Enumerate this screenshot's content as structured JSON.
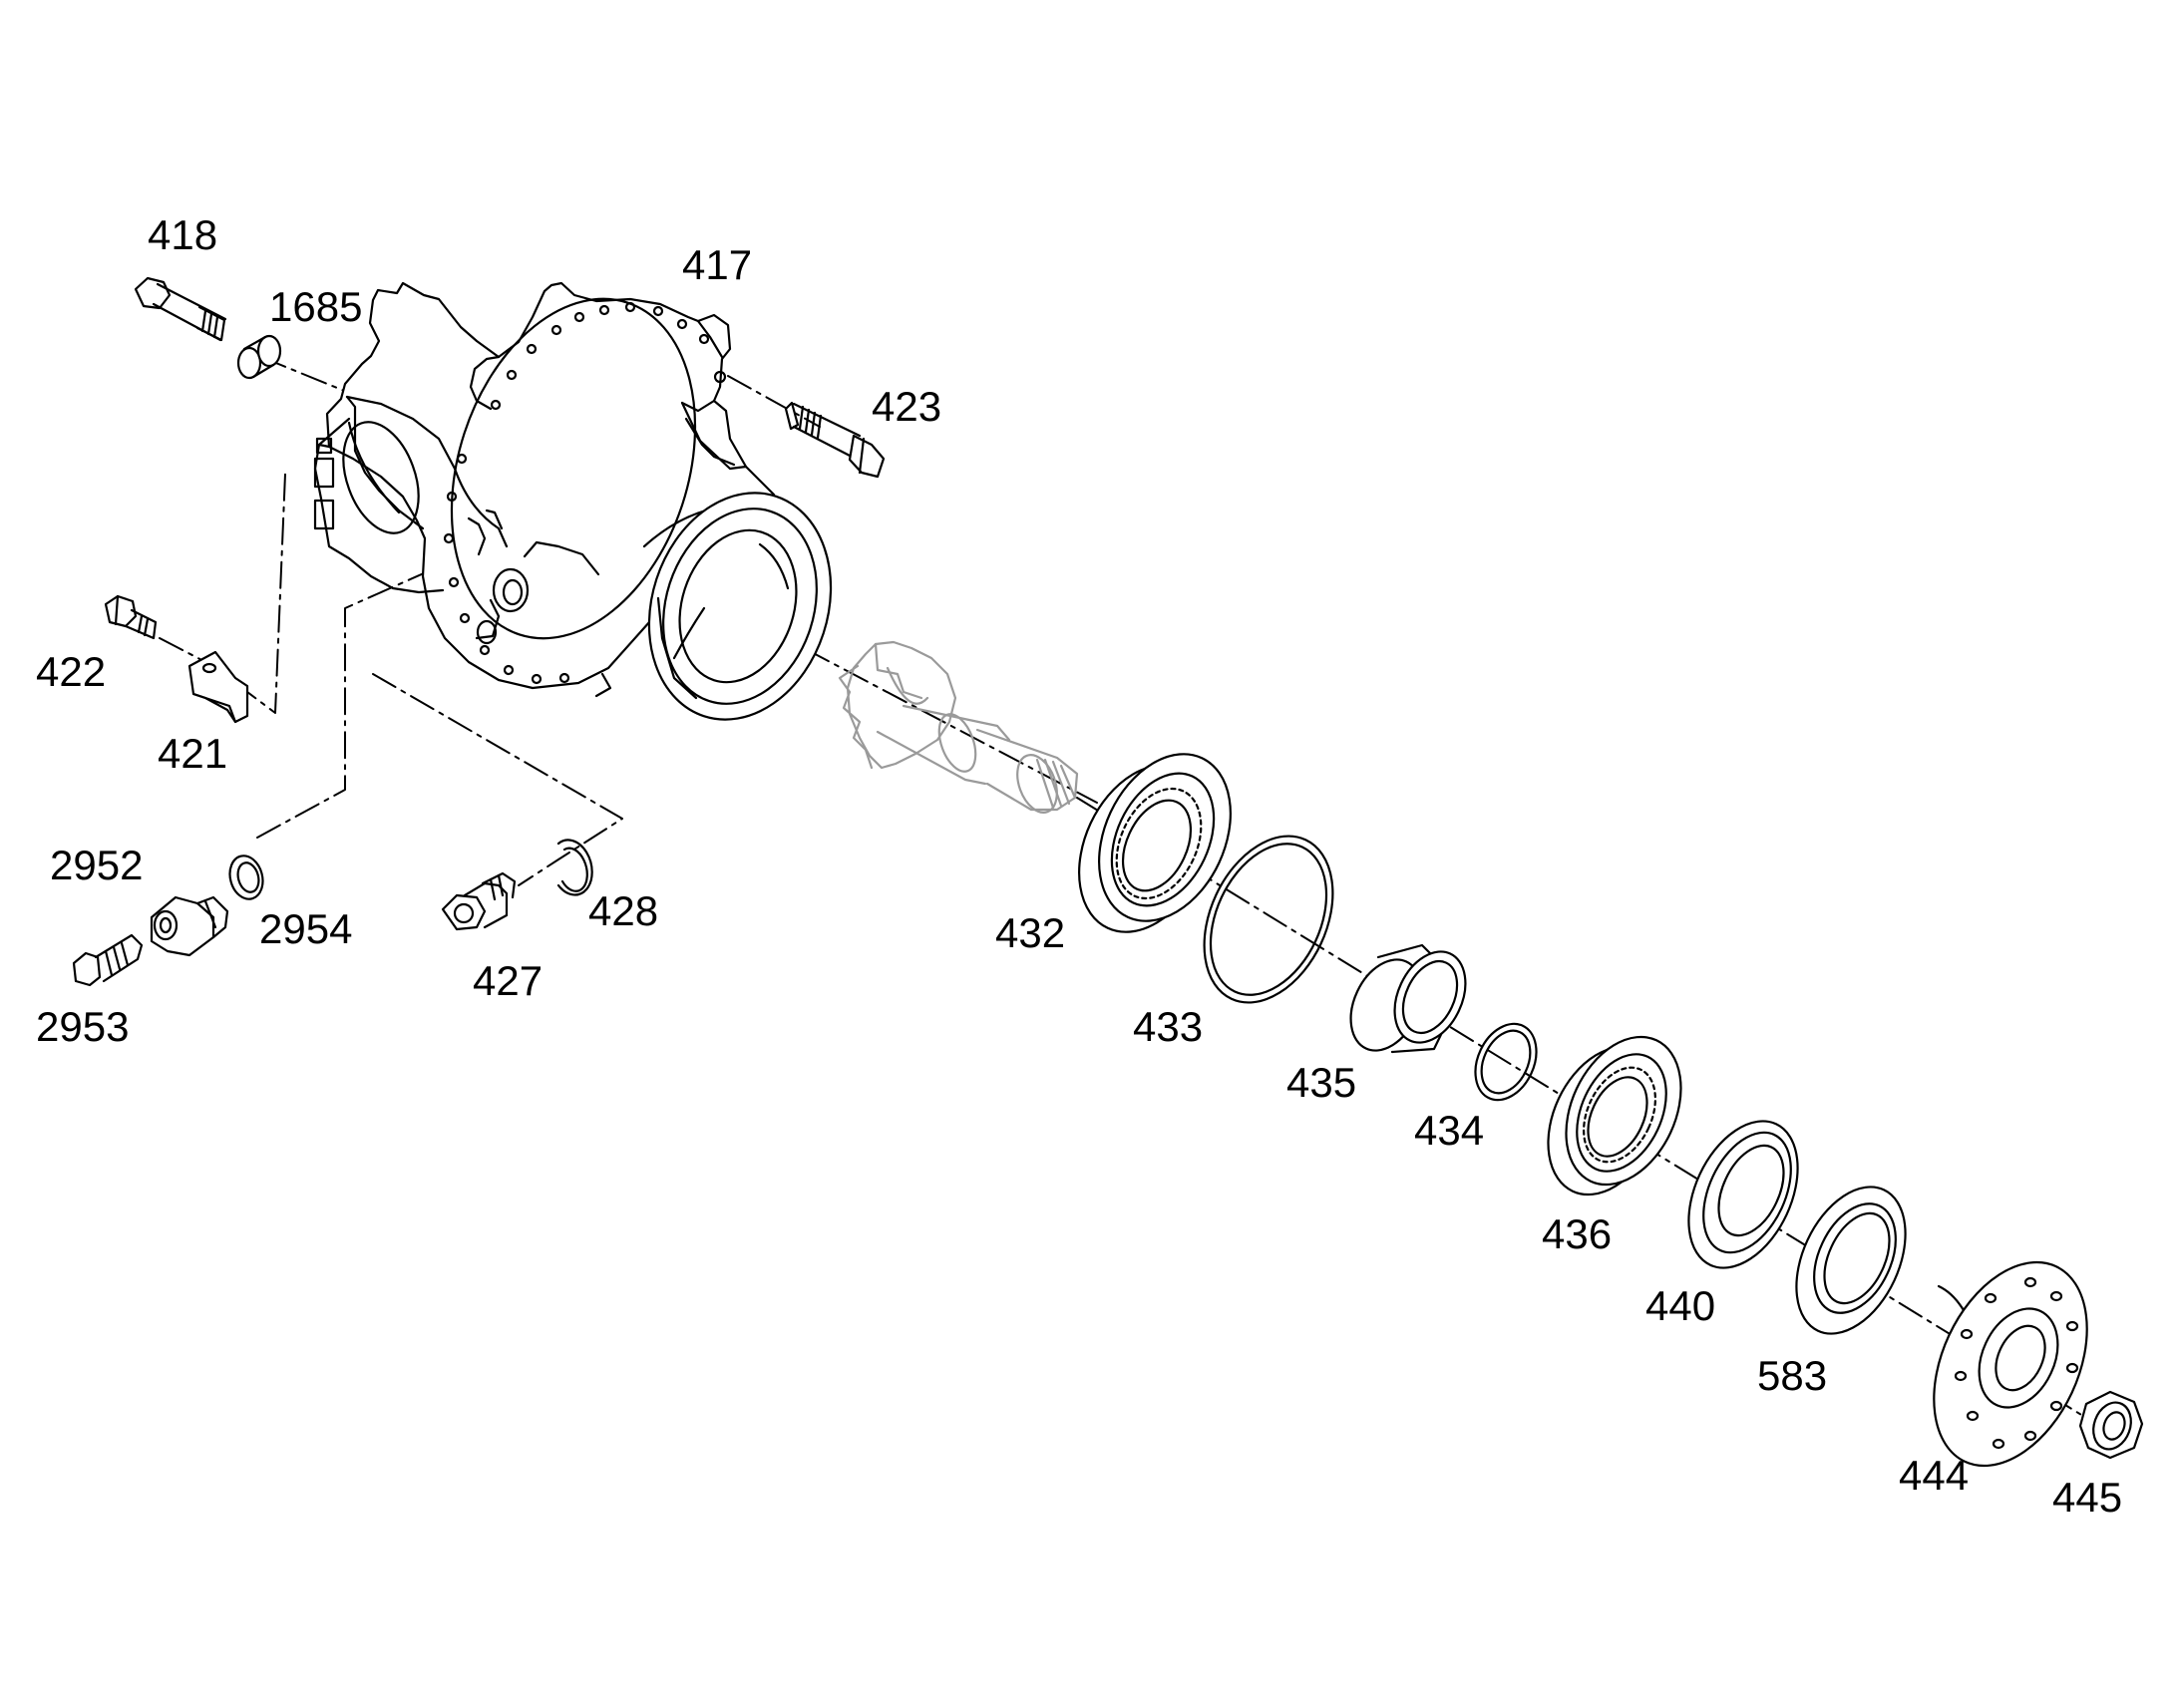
{
  "diagram": {
    "colors": {
      "line": "#000000",
      "faded": "#9a9a9a",
      "background": "#ffffff"
    },
    "callouts": [
      {
        "id": "418",
        "text": "418"
      },
      {
        "id": "1685",
        "text": "1685"
      },
      {
        "id": "417",
        "text": "417"
      },
      {
        "id": "423",
        "text": "423"
      },
      {
        "id": "422",
        "text": "422"
      },
      {
        "id": "421",
        "text": "421"
      },
      {
        "id": "2952",
        "text": "2952"
      },
      {
        "id": "2954",
        "text": "2954"
      },
      {
        "id": "2953",
        "text": "2953"
      },
      {
        "id": "427",
        "text": "427"
      },
      {
        "id": "428",
        "text": "428"
      },
      {
        "id": "432",
        "text": "432"
      },
      {
        "id": "433",
        "text": "433"
      },
      {
        "id": "435",
        "text": "435"
      },
      {
        "id": "434",
        "text": "434"
      },
      {
        "id": "436",
        "text": "436"
      },
      {
        "id": "440",
        "text": "440"
      },
      {
        "id": "583",
        "text": "583"
      },
      {
        "id": "444",
        "text": "444"
      },
      {
        "id": "445",
        "text": "445"
      }
    ]
  }
}
